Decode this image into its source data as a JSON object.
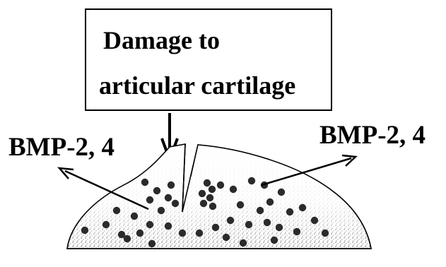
{
  "box": {
    "line1": "Damage to",
    "line2": "articular cartilage"
  },
  "labels": {
    "left": "BMP-2, 4",
    "right": "BMP-2, 4"
  },
  "colors": {
    "ink": "#000000",
    "cell": "#2b2b2b",
    "matrix_stipple": "#8a8a8a"
  }
}
